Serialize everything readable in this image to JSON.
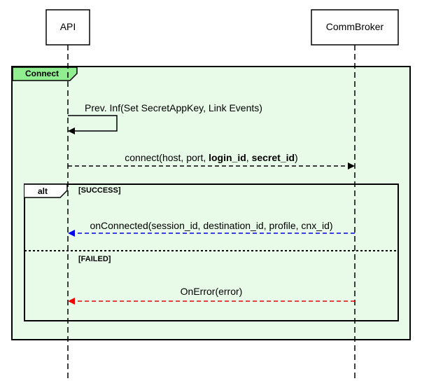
{
  "participants": [
    {
      "name": "API"
    },
    {
      "name": "CommBroker"
    }
  ],
  "frames": {
    "connect": {
      "label": "Connect",
      "fill": "#e8fae8",
      "tab_fill": "#90ee90"
    },
    "alt": {
      "label": "alt",
      "success_guard": "[SUCCESS]",
      "failed_guard": "[FAILED]"
    }
  },
  "messages": {
    "self_call": {
      "text": "Prev. Inf(Set SecretAppKey, Link Events)"
    },
    "connect": {
      "prefix": "connect(host, port, ",
      "bold1": "login_id",
      "sep": ", ",
      "bold2": "secret_id",
      "suffix": ")"
    },
    "on_connected": {
      "text": "onConnected(session_id, destination_id, profile, cnx_id)",
      "color": "#0000ee"
    },
    "on_error": {
      "text": "OnError(error)",
      "color": "#ee0000"
    }
  }
}
